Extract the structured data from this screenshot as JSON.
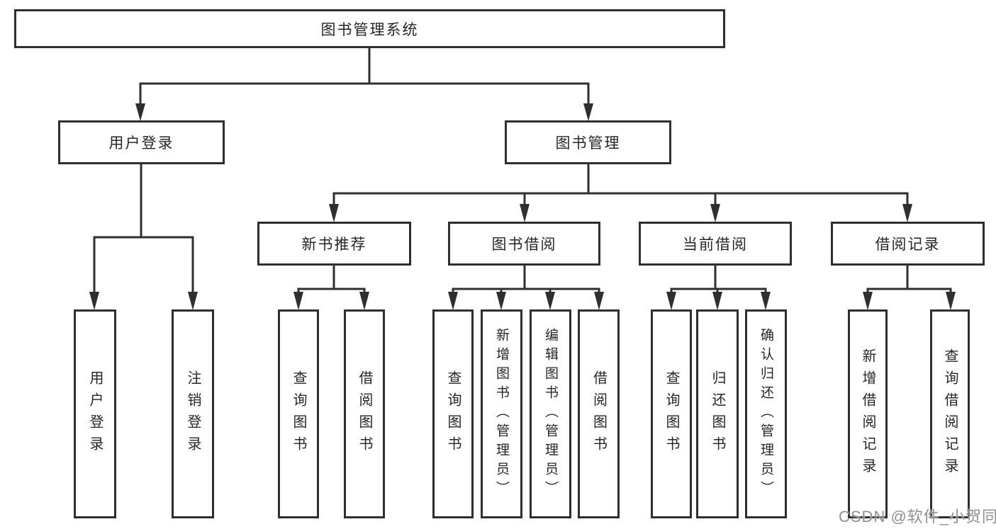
{
  "root": {
    "label": "图书管理系统"
  },
  "level2": {
    "user_login": {
      "label": "用户登录"
    },
    "book_management": {
      "label": "图书管理"
    }
  },
  "level3": {
    "new_book_recommend": {
      "label": "新书推荐"
    },
    "book_borrow": {
      "label": "图书借阅"
    },
    "current_borrow": {
      "label": "当前借阅"
    },
    "borrow_records": {
      "label": "借阅记录"
    }
  },
  "leaves": {
    "user_login": [
      {
        "label": "用户登录"
      },
      {
        "label": "注销登录"
      }
    ],
    "new_book_recommend": [
      {
        "label": "查询图书"
      },
      {
        "label": "借阅图书"
      }
    ],
    "book_borrow": [
      {
        "label": "查询图书"
      },
      {
        "label": "新增图书（管理员）"
      },
      {
        "label": "编辑图书（管理员）"
      },
      {
        "label": "借阅图书"
      }
    ],
    "current_borrow": [
      {
        "label": "查询图书"
      },
      {
        "label": "归还图书"
      },
      {
        "label": "确认归还（管理员）"
      }
    ],
    "borrow_records": [
      {
        "label": "新增借阅记录"
      },
      {
        "label": "查询借阅记录"
      }
    ]
  },
  "watermark": "CSDN @软件_小贺同学",
  "colors": {
    "line": "#2f2f2f",
    "box_border": "#2f2f2f",
    "box_fill": "#ffffff",
    "text": "#262626",
    "watermark": "#8f8f8f"
  }
}
